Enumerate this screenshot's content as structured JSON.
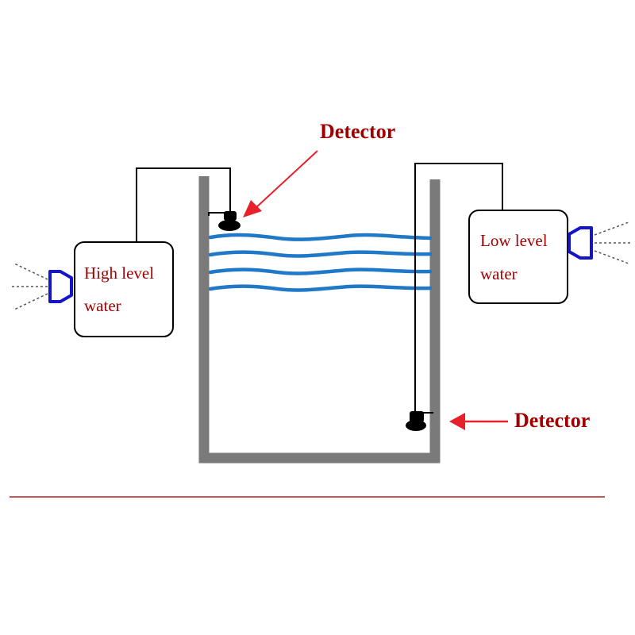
{
  "labels": {
    "detector_top": "Detector",
    "detector_bottom": "Detector",
    "high_level_line1": "High level",
    "high_level_line2": "water",
    "low_level_line1": "Low level",
    "low_level_line2": "water"
  },
  "colors": {
    "label_red": "#a00000",
    "arrow_red": "#e8202a",
    "tank_gray": "#7a7a7a",
    "water_blue": "#1f78c8",
    "speaker_blue": "#1515c8",
    "baseline_red": "#b32020",
    "wire": "#000000"
  },
  "icons": {
    "speaker_left": "speaker-icon",
    "speaker_right": "speaker-icon",
    "sensor_top": "float-sensor-icon",
    "sensor_bottom": "float-sensor-icon"
  }
}
